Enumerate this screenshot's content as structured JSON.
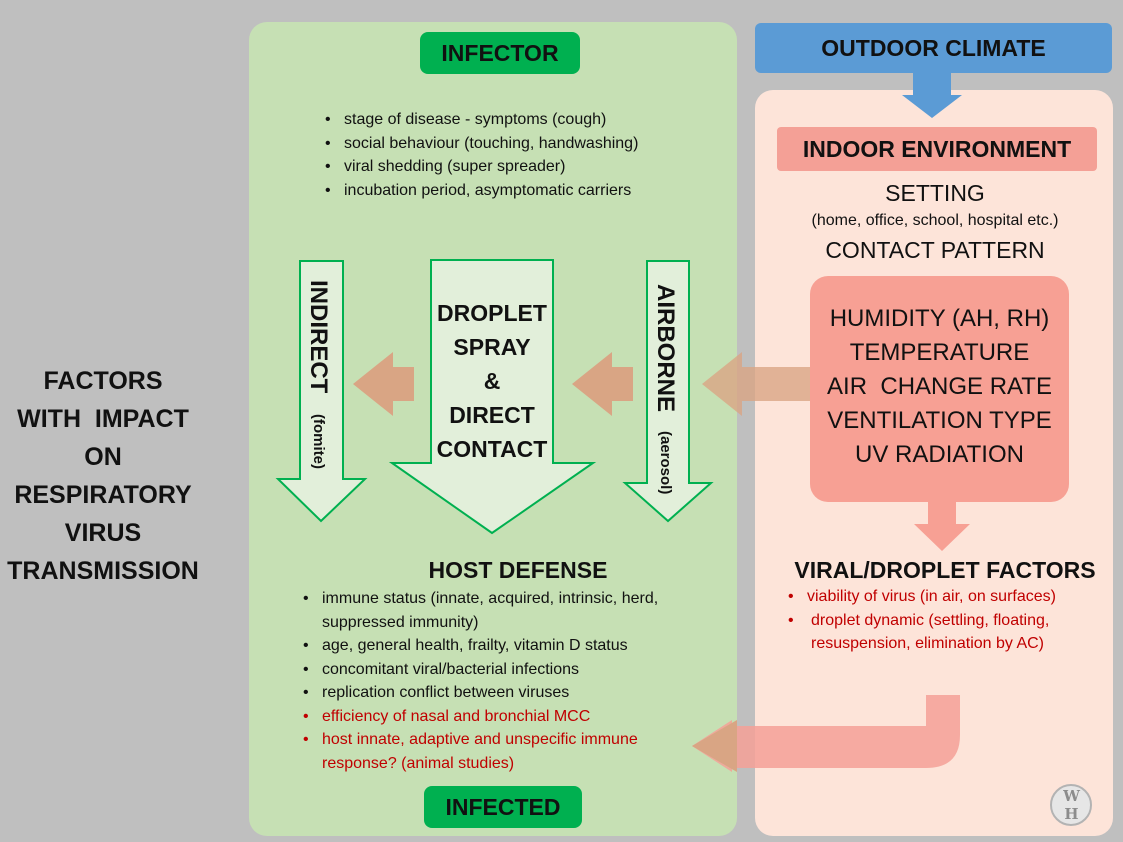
{
  "side_title": [
    "FACTORS",
    "WITH  IMPACT",
    "ON",
    "RESPIRATORY",
    "VIRUS",
    "TRANSMISSION"
  ],
  "infector": {
    "label": "INFECTOR",
    "items": [
      "stage of disease - symptoms (cough)",
      "social behaviour (touching, handwashing)",
      "viral shedding (super spreader)",
      "incubation period, asymptomatic carriers"
    ]
  },
  "routes": {
    "indirect": "INDIRECT",
    "indirect_sub": "(fomite)",
    "droplet": [
      "DROPLET",
      "SPRAY",
      "&",
      "DIRECT",
      "CONTACT"
    ],
    "airborne": "AIRBORNE",
    "airborne_sub": "(aerosol)"
  },
  "host_defense": {
    "title": "HOST DEFENSE",
    "items": [
      {
        "text": "immune status (innate, acquired, intrinsic, herd, suppressed immunity)",
        "red": false
      },
      {
        "text": "age, general health, frailty, vitamin D status",
        "red": false
      },
      {
        "text": "concomitant viral/bacterial infections",
        "red": false
      },
      {
        "text": "replication conflict between viruses",
        "red": false
      },
      {
        "text": "efficiency of nasal and bronchial MCC",
        "red": true
      },
      {
        "text": "host innate, adaptive and unspecific immune response? (animal studies)",
        "red": true
      }
    ]
  },
  "infected": {
    "label": "INFECTED"
  },
  "outdoor": {
    "label": "OUTDOOR CLIMATE"
  },
  "indoor": {
    "label": "INDOOR ENVIRONMENT",
    "setting": "SETTING",
    "setting_sub": "(home, office, school, hospital etc.)",
    "contact": "CONTACT PATTERN",
    "factors": [
      "HUMIDITY (AH, RH)",
      "TEMPERATURE",
      "AIR  CHANGE RATE",
      "VENTILATION TYPE",
      "UV RADIATION"
    ]
  },
  "viral": {
    "title": "VIRAL/DROPLET FACTORS",
    "items": [
      "viability of virus (in air, on surfaces)",
      "droplet dynamic (settling, floating, resuspension, elimination by AC)"
    ]
  },
  "logo": {
    "letters": "WH"
  },
  "colors": {
    "panel_green": "#c6e0b4",
    "panel_pink": "#fde4d9",
    "badge_green": "#00b050",
    "outdoor_blue": "#5b9bd5",
    "indoor_red": "#f4a096",
    "arrow_tan": "#d9a584",
    "text_red": "#c00000"
  }
}
